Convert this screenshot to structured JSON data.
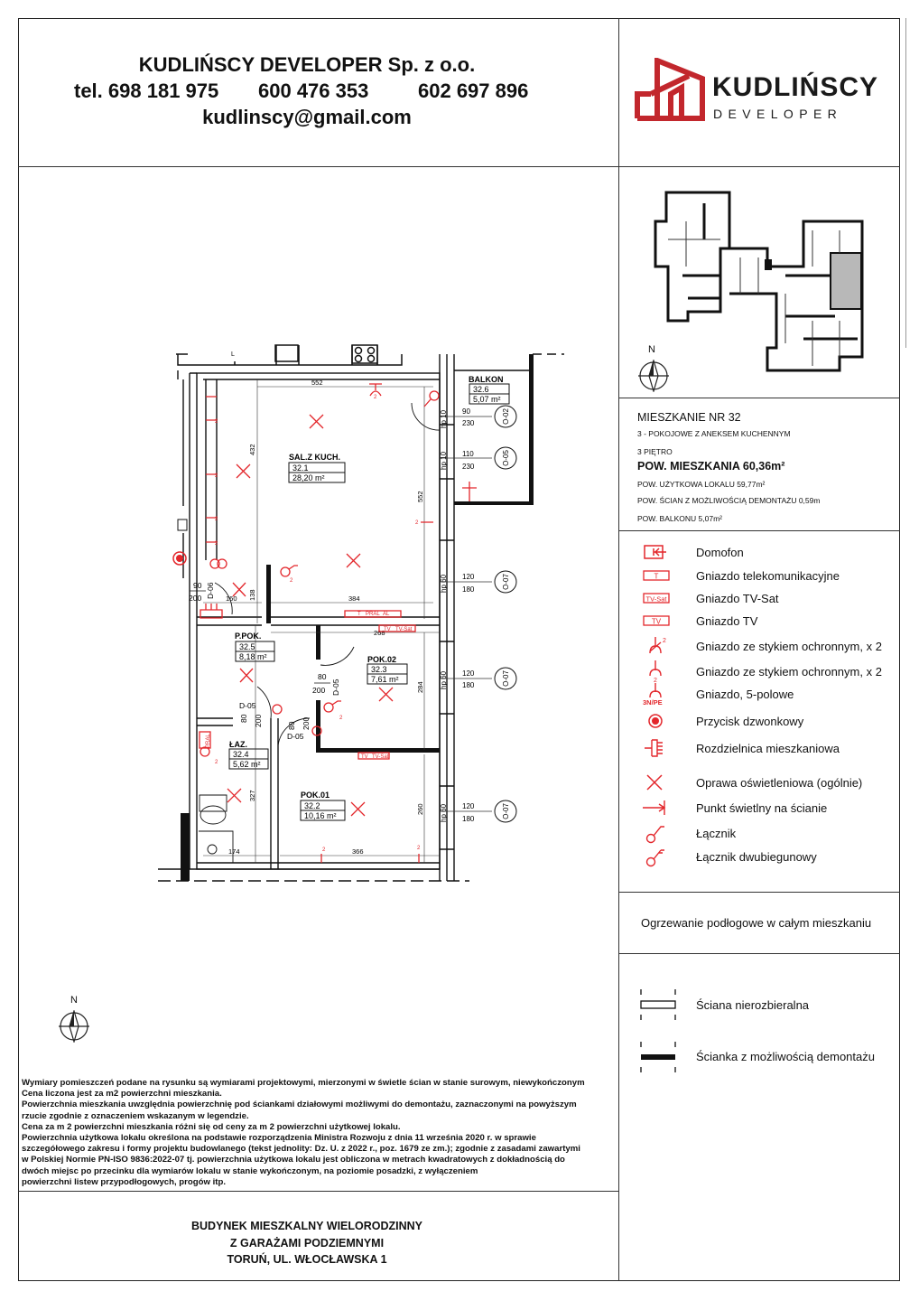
{
  "header": {
    "company": "KUDLIŃSCY DEVELOPER Sp. z o.o.",
    "phone_label": "tel. 698 181 975",
    "phone2": "600 476 353",
    "phone3": "602 697 896",
    "email": "kudlinscy@gmail.com"
  },
  "logo": {
    "name": "KUDLIŃSCY",
    "sub": "DEVELOPER"
  },
  "colors": {
    "accent": "#e3262b",
    "logo_red": "#c2272d",
    "highlight": "#b8b8b8"
  },
  "apartment": {
    "title": "MIESZKANIE NR 32",
    "type": "3 - POKOJOWE Z ANEKSEM KUCHENNYM",
    "floor": "3 PIĘTRO",
    "area_label": "POW. MIESZKANIA 60,36m²",
    "usable": "POW. UŻYTKOWA LOKALU 59,77m²",
    "walls": "POW. ŚCIAN Z MOŻLIWOŚCIĄ DEMONTAŻU 0,59m",
    "balcony": "POW. BALKONU 5,07m²"
  },
  "compass": {
    "north": "N"
  },
  "legend": [
    {
      "icon": "intercom-icon",
      "label": "Domofon"
    },
    {
      "icon": "telecom-socket-icon",
      "label": "Gniazdo telekomunikacyjne",
      "tag": "T"
    },
    {
      "icon": "tv-sat-socket-icon",
      "label": "Gniazdo TV-Sat",
      "tag": "TV-Sat"
    },
    {
      "icon": "tv-socket-icon",
      "label": "Gniazdo TV",
      "tag": "TV"
    },
    {
      "icon": "double-socket-icon",
      "label": "Gniazdo ze stykiem ochronnym, x 2"
    },
    {
      "icon": "double-socket-alt-icon",
      "label": "Gniazdo ze stykiem ochronnym, x 2"
    },
    {
      "icon": "five-pole-socket-icon",
      "label": "Gniazdo, 5-polowe",
      "tag": "3N/PE"
    },
    {
      "icon": "doorbell-button-icon",
      "label": "Przycisk dzwonkowy"
    },
    {
      "icon": "distribution-board-icon",
      "label": "Rozdzielnica mieszkaniowa"
    },
    {
      "icon": "light-fixture-icon",
      "label": "Oprawa oświetleniowa (ogólnie)"
    },
    {
      "icon": "wall-light-icon",
      "label": "Punkt świetlny na ścianie"
    },
    {
      "icon": "switch-icon",
      "label": "Łącznik"
    },
    {
      "icon": "double-switch-icon",
      "label": "Łącznik dwubiegunowy"
    }
  ],
  "heating": "Ogrzewanie podłogowe w całym mieszkaniu",
  "wall_legend": [
    {
      "icon": "load-bearing-wall-icon",
      "label": "Ściana nierozbieralna"
    },
    {
      "icon": "removable-wall-icon",
      "label": "Ścianka z możliwością demontażu"
    }
  ],
  "rooms": [
    {
      "name": "SAL.Z KUCH.",
      "number": "32.1",
      "area": "28,20 m²"
    },
    {
      "name": "POK.01",
      "number": "32.2",
      "area": "10,16 m²"
    },
    {
      "name": "POK.02",
      "number": "32.3",
      "area": "7,61 m²"
    },
    {
      "name": "ŁAZ.",
      "number": "32.4",
      "area": "5,62 m²"
    },
    {
      "name": "P.POK.",
      "number": "32.5",
      "area": "8,18 m²"
    },
    {
      "name": "BALKON",
      "number": "32.6",
      "area": "5,07 m²"
    }
  ],
  "windows": [
    {
      "tag": "O-02",
      "width": "90",
      "height": "230",
      "sill": "hp 10"
    },
    {
      "tag": "O-05",
      "width": "110",
      "height": "230",
      "sill": "hp 10"
    },
    {
      "tag": "O-07",
      "width": "120",
      "height": "180",
      "sill": "hp 60"
    },
    {
      "tag": "O-07",
      "width": "120",
      "height": "180",
      "sill": "hp 60"
    },
    {
      "tag": "O-07",
      "width": "120",
      "height": "180",
      "sill": "hp 60"
    }
  ],
  "doors": [
    {
      "tag": "D-06",
      "width": "90",
      "height": "200"
    },
    {
      "tag": "D-05",
      "width": "80",
      "height": "200"
    },
    {
      "tag": "D-05",
      "width": "80",
      "height": "200"
    },
    {
      "tag": "D-05",
      "width": "80",
      "height": "200"
    }
  ],
  "dimensions": [
    "552",
    "432",
    "552",
    "384",
    "138",
    "160",
    "268",
    "284",
    "327",
    "260",
    "174",
    "366"
  ],
  "plan_marks": {
    "kitchen_l": "L",
    "socket_count": "2",
    "tv": "TV",
    "tv_sat": "TV-Sat",
    "t": "T",
    "pral": "PRAL",
    "al": "AL"
  },
  "notes": [
    "Wymiary pomieszczeń podane na rysunku są wymiarami projektowymi, mierzonymi w świetle ścian w stanie surowym, niewykończonym",
    "Cena liczona jest za m2 powierzchni mieszkania.",
    "Powierzchnia mieszkania uwzględnia powierzchnię pod ściankami działowymi możliwymi do demontażu, zaznaczonymi na powyższym",
    "rzucie zgodnie z oznaczeniem wskazanym w legendzie.",
    "Cena za m 2 powierzchni mieszkania różni się od ceny za m 2 powierzchni użytkowej lokalu.",
    "Powierzchnia użytkowa lokalu określona na podstawie rozporządzenia Ministra Rozwoju z dnia 11 września 2020 r. w sprawie",
    "szczegółowego zakresu i formy projektu budowlanego (tekst jednolity: Dz. U. z 2022 r., poz. 1679 ze zm.); zgodnie z zasadami zawartymi",
    "w Polskiej Normie PN-ISO 9836:2022-07 tj. powierzchnia użytkowa lokalu jest obliczona w metrach kwadratowych z dokładnością do",
    "dwóch miejsc po przecinku dla wymiarów lokalu w stanie wykończonym, na poziomie posadzki, z wyłączeniem",
    "powierzchni listew przypodłogowych, progów itp."
  ],
  "building": {
    "line1": "BUDYNEK MIESZKALNY WIELORODZINNY",
    "line2": "Z GARAŻAMI PODZIEMNYMI",
    "line3": "TORUŃ, UL. WŁOCŁAWSKA 1"
  }
}
